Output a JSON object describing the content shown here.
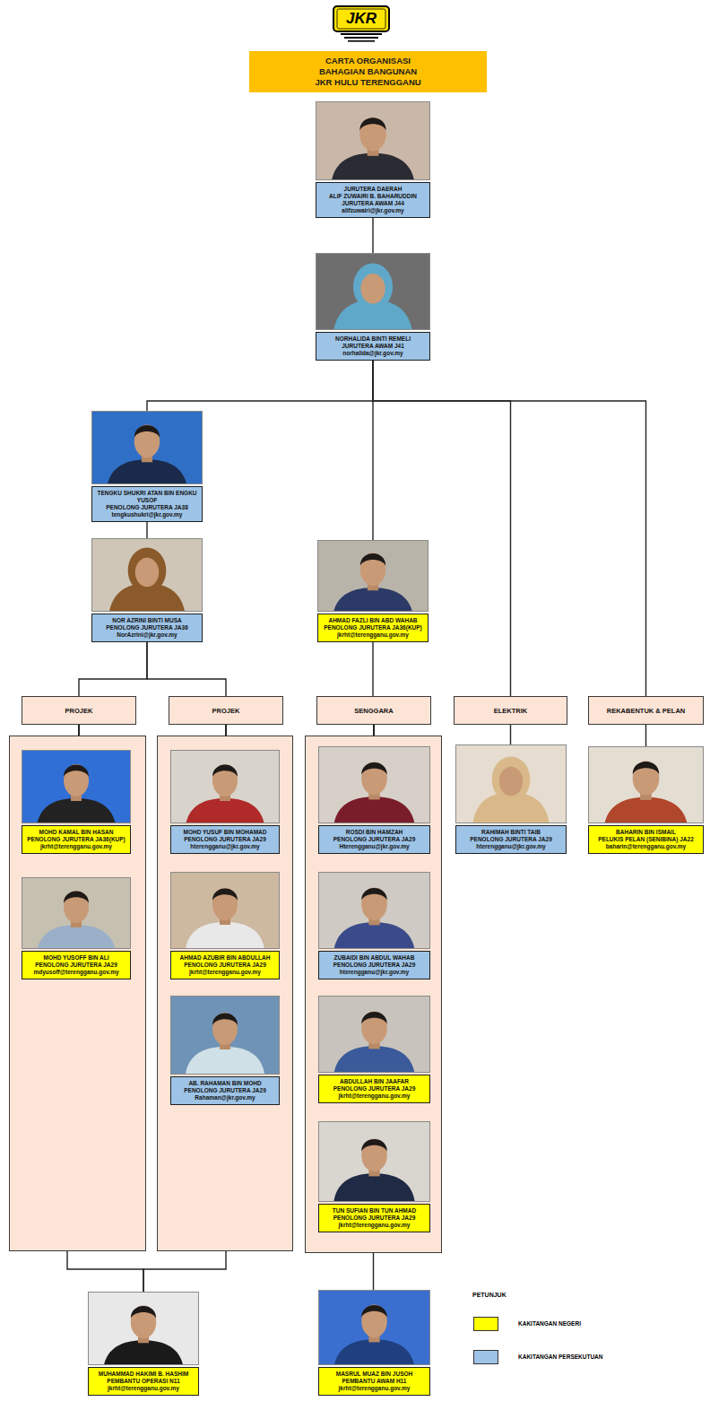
{
  "diagram": {
    "title": "CARTA ORGANISASI BAHAGIAN BANGUNAN JKR HULU TERENGGANU",
    "nodes": [
      {
        "text": [
          "JURUTERA DAERAH",
          "ALIF ZUWAIRI B. BAHARUDDIN",
          "JURUTERA AWAM J44",
          "alifzuwairi@jkr.gov.my"
        ]
      },
      {
        "text": [
          "NORHALIDA BINTI REMELI",
          "JURUTERA AWAM J41",
          "norhalida@jkr.gov.my"
        ]
      },
      {
        "text": [
          "TENGKU SHUKRI ATAN BIN ENGKU YUSOF",
          "PENOLONG JURUTERA JA38",
          "tengkushukri@jkr.gov.my"
        ]
      },
      {
        "text": [
          "NOR AZRINI BINTI MUSA",
          "PENOLONG JURUTERA JA36",
          "NorAzrini@jkr.gov.my"
        ]
      },
      {
        "text": [
          "AHMAD FAZLI BIN ABD WAHAB",
          "PENOLONG JURUTERA JA36(KUP)",
          "jkrht@terengganu.gov.my"
        ]
      },
      {
        "text": [
          "PROJEK"
        ]
      },
      {
        "text": [
          "PROJEK"
        ]
      },
      {
        "text": [
          "SENGGARA"
        ]
      },
      {
        "text": [
          "ELEKTRIK"
        ]
      },
      {
        "text": [
          "REKABENTUK & PELAN"
        ]
      },
      {
        "text": [
          "MOHD KAMAL BIN HASAN",
          "PENOLONG JURUTERA JA36(KUP)",
          "jkrht@terengganu.gov.my"
        ],
        "in": 5
      },
      {
        "text": [
          "MOHD YUSOFF BIN ALI",
          "PENOLONG JURUTERA JA29",
          "mdyusoff@terengganu.gov.my"
        ],
        "in": 5
      },
      {
        "text": [
          "MOHD YUSUF BIN MOHAMAD",
          "PENOLONG JURUTERA JA29",
          "hterengganu@jkr.gov.my"
        ],
        "in": 6
      },
      {
        "text": [
          "AHMAD AZUBIR BIN ABDULLAH",
          "PENOLONG JURUTERA JA29",
          "jkrht@terengganu.gov.my"
        ],
        "in": 6
      },
      {
        "text": [
          "AB. RAHAMAN BIN MOHD",
          "PENOLONG JURUTERA JA29",
          "Rahaman@jkr.gov.my"
        ],
        "in": 6
      },
      {
        "text": [
          "ROSDI BIN HAMZAH",
          "PENOLONG JURUTERA JA29",
          "Hterengganu@jkr.gov.my"
        ],
        "in": 7
      },
      {
        "text": [
          "ZUBAIDI BIN ABDUL WAHAB",
          "PENOLONG JURUTERA JA29",
          "hterengganu@jkr.gov.my"
        ],
        "in": 7
      },
      {
        "text": [
          "ABDULLAH BIN JAAFAR",
          "PENOLONG JURUTERA JA29",
          "jkrht@terengganu.gov.my"
        ],
        "in": 7
      },
      {
        "text": [
          "TUN SUFIAN BIN TUN AHMAD",
          "PENOLONG JURUTERA JA29",
          "jkrht@terengganu.gov.my"
        ],
        "in": 7
      },
      {
        "text": [
          "RAHIMAH BINTI TAIB",
          "PENOLONG JURUTERA JA29",
          "hterengganu@jkr.gov.my"
        ]
      },
      {
        "text": [
          "BAHARIN BIN ISMAIL",
          "PELUKIS PELAN (SENIBINA) JA22",
          "baharin@terengganu.gov.my"
        ]
      },
      {
        "text": [
          "MUHAMMAD HAKIMI B. HASHIM",
          "PEMBANTU OPERASI N11",
          "jkrht@terengganu.gov.my"
        ]
      },
      {
        "text": [
          "MASRUL MUAZ BIN JUSOH",
          "PEMBANTU AWAM H11",
          "jkrht@terengganu.gov.my"
        ]
      }
    ],
    "edges": [
      {
        "from": 0,
        "to": 1,
        "arrow": "none"
      },
      {
        "from": 1,
        "to": 2,
        "arrow": "none"
      },
      {
        "from": 1,
        "to": 4,
        "arrow": "none"
      },
      {
        "from": 1,
        "to": 8,
        "arrow": "none"
      },
      {
        "from": 1,
        "to": 9,
        "arrow": "none"
      },
      {
        "from": 2,
        "to": 3,
        "arrow": "none"
      },
      {
        "from": 3,
        "to": 5,
        "arrow": "none"
      },
      {
        "from": 3,
        "to": 6,
        "arrow": "none"
      },
      {
        "from": 4,
        "to": 7,
        "arrow": "none"
      },
      {
        "from": 8,
        "to": 19,
        "arrow": "none"
      },
      {
        "from": 9,
        "to": 20,
        "arrow": "none"
      },
      {
        "from": 5,
        "to": 21,
        "arrow": "none"
      },
      {
        "from": 6,
        "to": 21,
        "arrow": "none"
      },
      {
        "from": 7,
        "to": 22,
        "arrow": "none"
      }
    ],
    "labels": [
      "JKR",
      "PETUNJUK"
    ],
    "legend": [
      {
        "text": "KAKITANGAN NEGERI",
        "color": "#ffff00"
      },
      {
        "text": "KAKITANGAN PERSEKUTUAN",
        "color": "#9dc3e6"
      }
    ]
  }
}
